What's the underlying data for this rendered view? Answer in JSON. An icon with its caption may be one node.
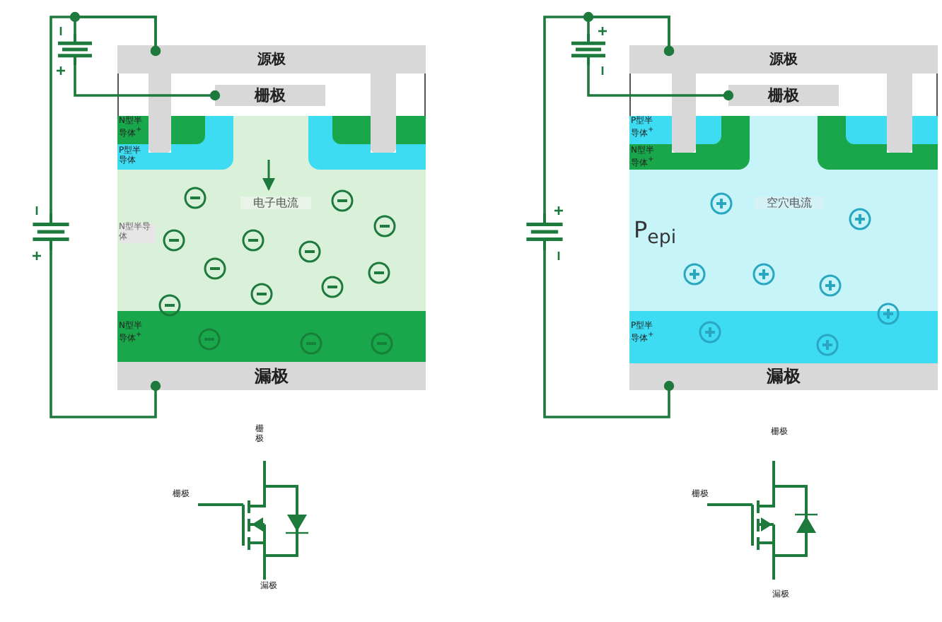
{
  "diagram": {
    "nodes": [
      {
        "text": [
          "源极"
        ]
      },
      {
        "text": [
          "栅极"
        ]
      },
      {
        "text": [
          "N型半导体"
        ]
      },
      {
        "text": [
          "P型半导体"
        ],
        "in": 2
      },
      {
        "text": [
          "N型半导体$^{+}$"
        ],
        "in": 3
      },
      {
        "text": [],
        "shape": "box",
        "in": 2
      },
      {
        "text": [],
        "shape": "box",
        "in": 5
      },
      {
        "text": [
          "N型半导体$^{+}$"
        ]
      },
      {
        "text": [
          "漏极"
        ]
      },
      {
        "text": [],
        "shape": "battery"
      },
      {
        "text": [],
        "shape": "battery"
      },
      {
        "text": [
          "源极"
        ]
      },
      {
        "text": [
          "栅极"
        ]
      },
      {
        "text": [
          "P$_{epi}$"
        ]
      },
      {
        "text": [
          "N型半导体$^{+}$"
        ],
        "in": 13
      },
      {
        "text": [
          "P型半导体$^{+}$"
        ],
        "in": 14
      },
      {
        "text": [],
        "shape": "box",
        "in": 13
      },
      {
        "text": [],
        "shape": "box",
        "in": 16
      },
      {
        "text": [
          "P型半导体$^{+}$"
        ]
      },
      {
        "text": [
          "漏极"
        ]
      },
      {
        "text": [],
        "shape": "battery"
      },
      {
        "text": [],
        "shape": "battery"
      }
    ],
    "edges": [
      {
        "from": 9,
        "to": 0,
        "arrow": "other"
      },
      {
        "from": 10,
        "to": 0,
        "arrow": "other"
      },
      {
        "from": 9,
        "to": 1,
        "arrow": "other"
      },
      {
        "from": 10,
        "to": 8,
        "arrow": "other"
      },
      {
        "from": 20,
        "to": 11,
        "arrow": "other"
      },
      {
        "from": 21,
        "to": 11,
        "arrow": "other"
      },
      {
        "from": 20,
        "to": 12,
        "arrow": "other"
      },
      {
        "from": 21,
        "to": 19,
        "arrow": "other"
      }
    ],
    "labels": [
      "电子电流",
      "空穴电流",
      "栅极",
      "栅极",
      "漏极",
      "栅极",
      "栅极",
      "漏极"
    ]
  }
}
